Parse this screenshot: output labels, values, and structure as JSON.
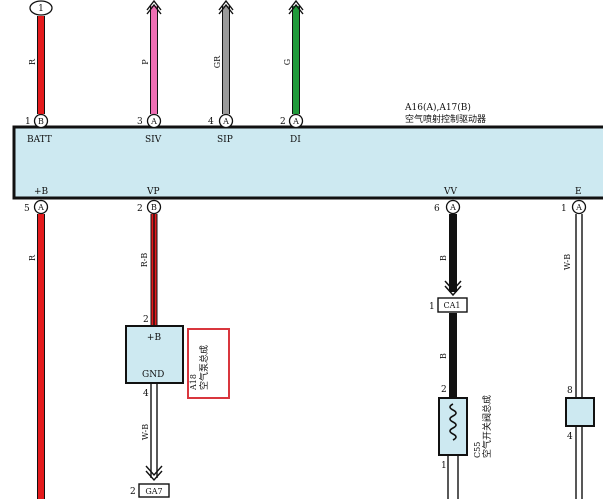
{
  "ecu": {
    "ref": "A16(A),A17(B)",
    "name": "空气喷射控制驱动器",
    "top_pins": [
      {
        "num": "1",
        "conn": "B",
        "label": "BATT",
        "wire": "R"
      },
      {
        "num": "3",
        "conn": "A",
        "label": "SIV",
        "wire": "P"
      },
      {
        "num": "4",
        "conn": "A",
        "label": "SIP",
        "wire": "GR"
      },
      {
        "num": "2",
        "conn": "A",
        "label": "DI",
        "wire": "G"
      }
    ],
    "bottom_pins": [
      {
        "num": "5",
        "conn": "A",
        "label": "+B",
        "wire": "R"
      },
      {
        "num": "2",
        "conn": "B",
        "label": "VP",
        "wire": "R-B"
      },
      {
        "num": "6",
        "conn": "A",
        "label": "VV",
        "wire": "B"
      },
      {
        "num": "1",
        "conn": "A",
        "label": "E",
        "wire": "W-B"
      }
    ]
  },
  "top_marker": "1",
  "pump": {
    "ref": "A18",
    "name": "空气泵总成",
    "pin_top": "2",
    "label_top": "+B",
    "pin_bottom": "4",
    "label_bottom": "GND",
    "wire_out": "W-B",
    "ground_num": "2",
    "ground": "GA7"
  },
  "junction": {
    "num": "1",
    "label": "CA1",
    "wire_after": "B"
  },
  "valve": {
    "ref": "C55",
    "name": "空气开关阀总成",
    "pin_top": "2",
    "pin_bottom": "1"
  },
  "right_component": {
    "pin_top": "8",
    "pin_bottom": "4"
  },
  "colors": {
    "ecu_fill": "#cde9f1",
    "wire_red": "#e41a1c",
    "wire_pink": "#ee6fb4",
    "wire_gray": "#9a9a9a",
    "wire_green": "#1f9a3a",
    "highlight": "#d9363e"
  }
}
